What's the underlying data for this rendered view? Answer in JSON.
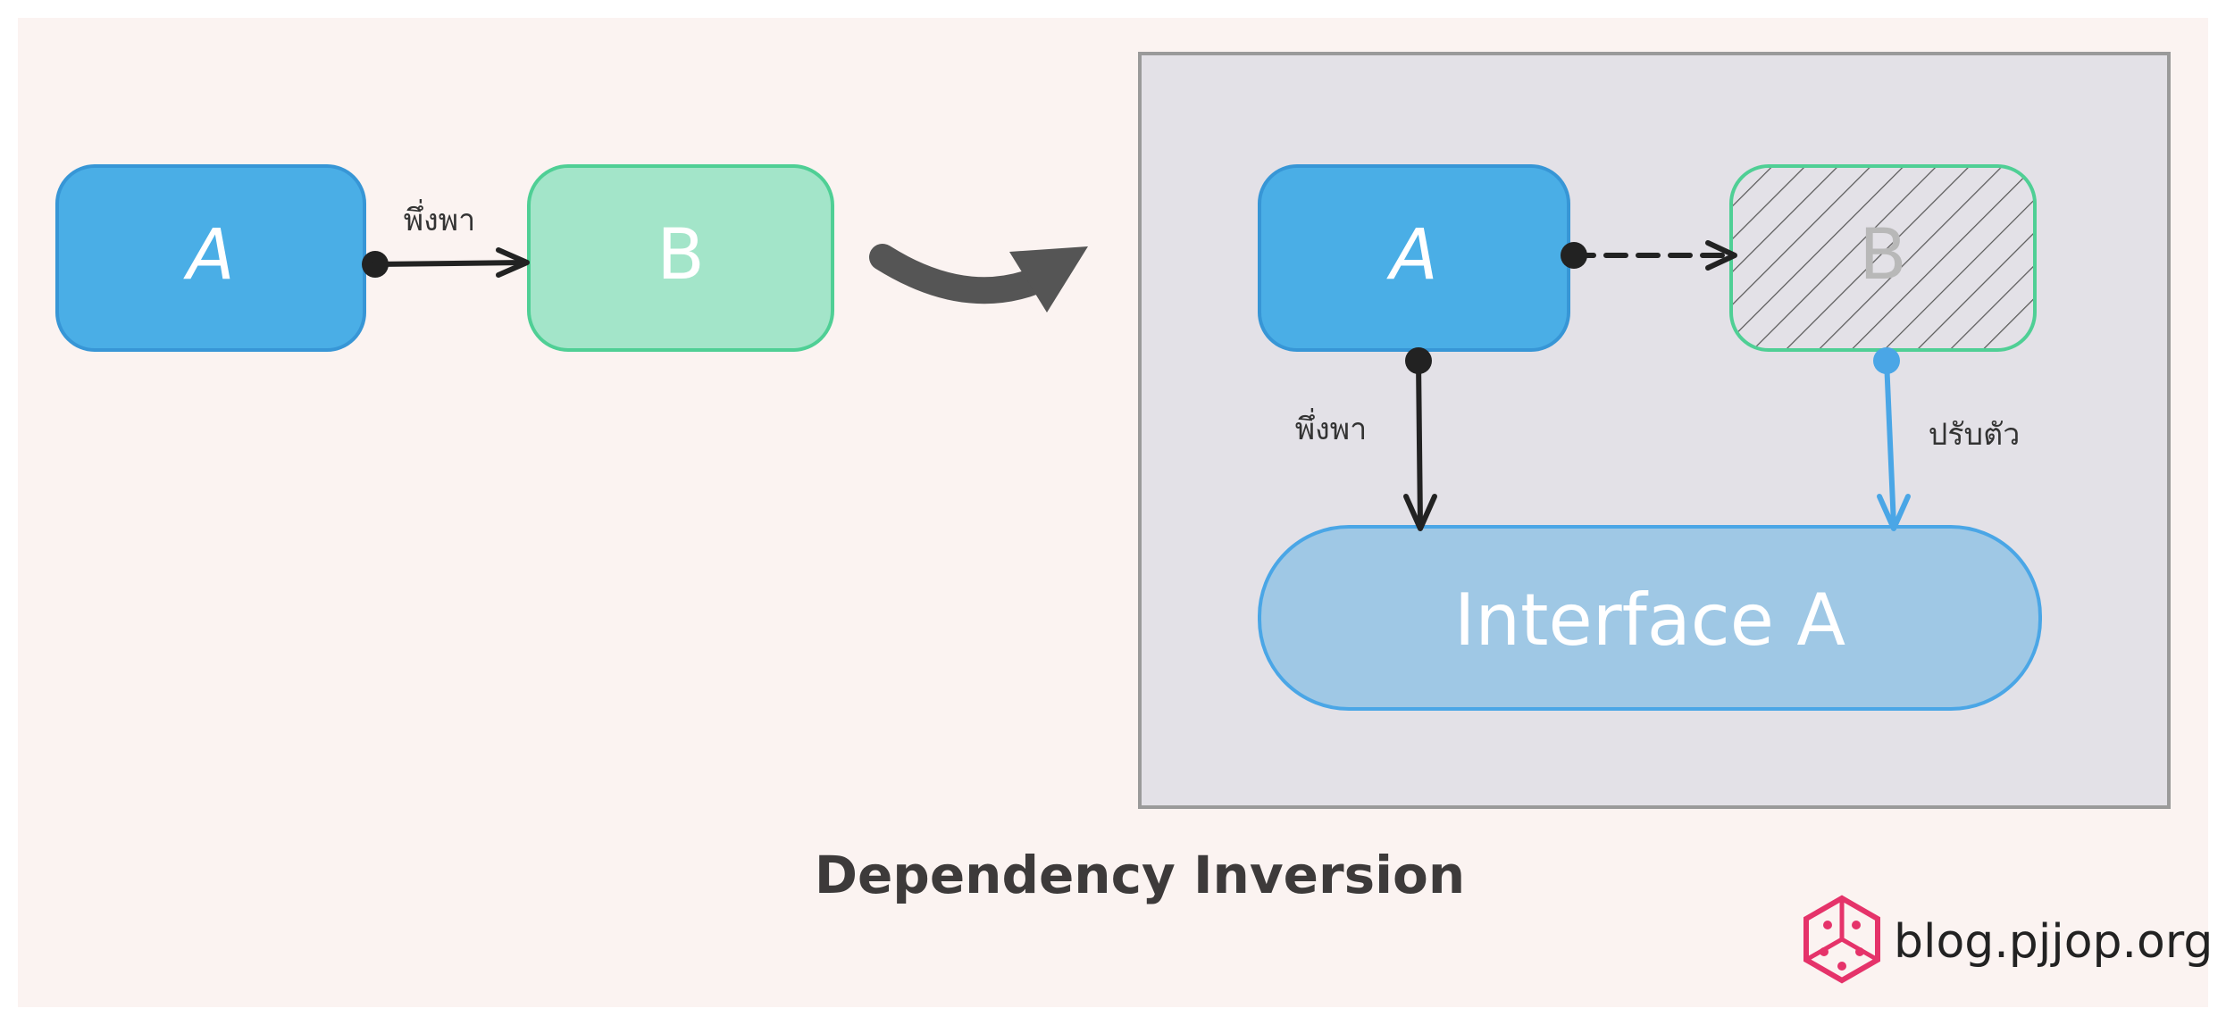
{
  "diagram": {
    "left": {
      "box_a": "A",
      "box_b": "B",
      "edge_label": "พึ่งพา"
    },
    "right": {
      "box_a": "A",
      "box_b": "B",
      "interface": "Interface A",
      "edge_label_a": "พึ่งพา",
      "edge_label_b": "ปรับตัว"
    },
    "caption": "Dependency Inversion",
    "brand": "blog.pjjop.org"
  },
  "colors": {
    "background": "#fbf3f1",
    "panel": "#e3e1e7",
    "box_a": "#4aaee6",
    "box_a_border": "#3796d6",
    "box_b": "#a3e5c9",
    "box_b_border": "#4fcf95",
    "interface": "#9fc8e5",
    "interface_border": "#4aa6e6",
    "arrow_dark": "#222222",
    "arrow_blue": "#4aa6e6",
    "brand_pink": "#e5336a",
    "text_dark": "#3d3a3a"
  }
}
